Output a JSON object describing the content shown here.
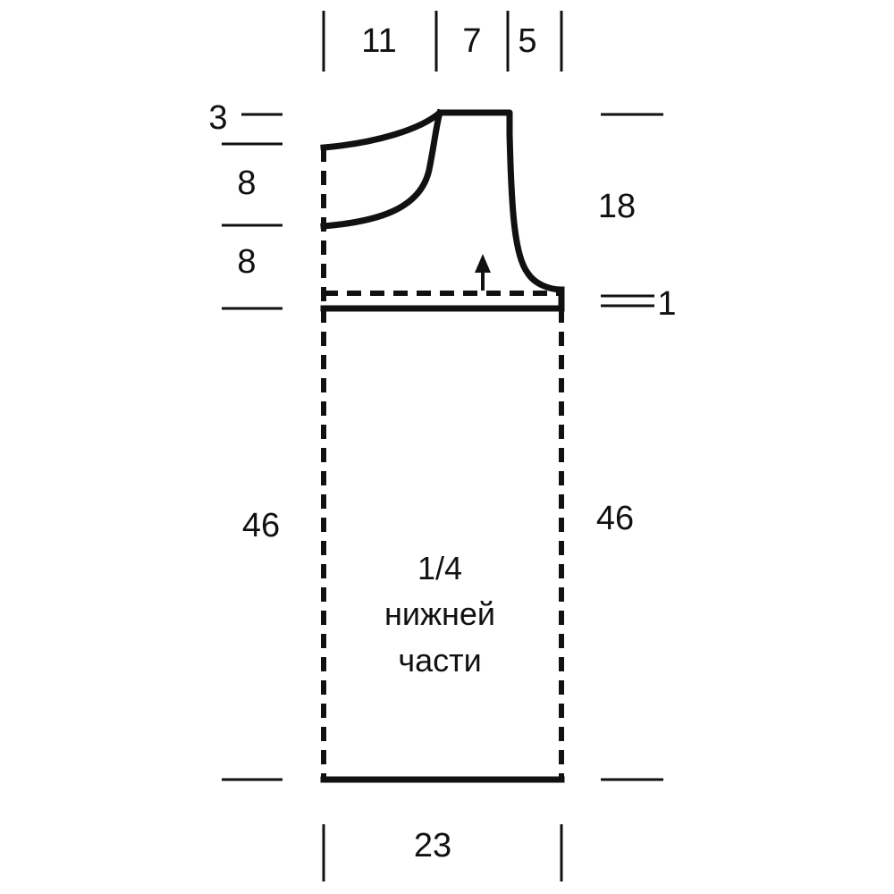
{
  "dimensions": {
    "top_widths": [
      "11",
      "7",
      "5"
    ],
    "left_top": "3",
    "left_upper": "8",
    "left_lower": "8",
    "right_upper": "18",
    "right_small": "1",
    "left_body": "46",
    "right_body": "46",
    "bottom_width": "23"
  },
  "panel": {
    "line1": "1/4",
    "line2": "нижней",
    "line3": "части"
  },
  "colors": {
    "ink": "#111111",
    "background": "#ffffff"
  },
  "icons": {
    "direction": "arrow-up-icon"
  }
}
